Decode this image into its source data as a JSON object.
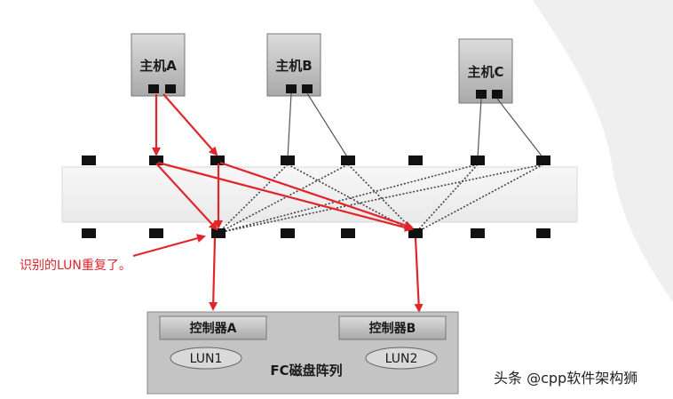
{
  "hosts": [
    {
      "label": "主机A"
    },
    {
      "label": "主机B"
    },
    {
      "label": "主机C"
    }
  ],
  "storage": {
    "controllers": [
      {
        "label": "控制器A"
      },
      {
        "label": "控制器B"
      }
    ],
    "luns": [
      {
        "label": "LUN1"
      },
      {
        "label": "LUN2"
      }
    ],
    "array_label": "FC磁盘阵列"
  },
  "annotation": "识别的LUN重复了。",
  "watermark": "头条 @cpp软件架构狮",
  "colors": {
    "highlight": "#e0262b",
    "box_fill": "#c9c9c9",
    "port_fill": "#111111",
    "switch_fill": "#f2f2f2"
  }
}
